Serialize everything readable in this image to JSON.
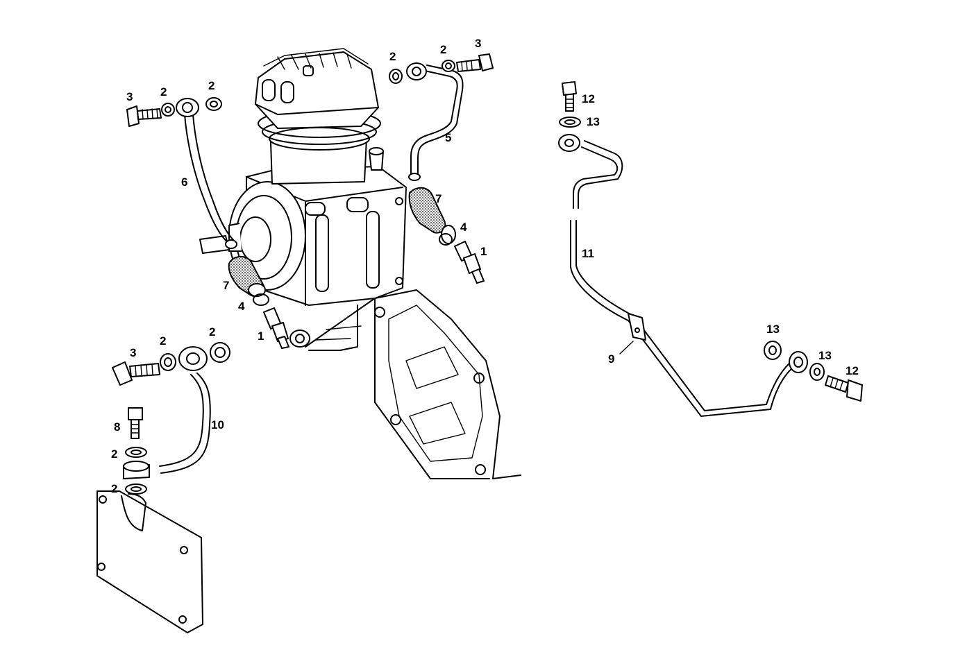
{
  "callouts": [
    {
      "id": "c-1a",
      "text": "1"
    },
    {
      "id": "c-1b",
      "text": "1"
    },
    {
      "id": "c-2a",
      "text": "2"
    },
    {
      "id": "c-2b",
      "text": "2"
    },
    {
      "id": "c-2c",
      "text": "2"
    },
    {
      "id": "c-2d",
      "text": "2"
    },
    {
      "id": "c-2e",
      "text": "2"
    },
    {
      "id": "c-2f",
      "text": "2"
    },
    {
      "id": "c-2g",
      "text": "2"
    },
    {
      "id": "c-2h",
      "text": "2"
    },
    {
      "id": "c-3a",
      "text": "3"
    },
    {
      "id": "c-3b",
      "text": "3"
    },
    {
      "id": "c-3c",
      "text": "3"
    },
    {
      "id": "c-4a",
      "text": "4"
    },
    {
      "id": "c-4b",
      "text": "4"
    },
    {
      "id": "c-5",
      "text": "5"
    },
    {
      "id": "c-6",
      "text": "6"
    },
    {
      "id": "c-7a",
      "text": "7"
    },
    {
      "id": "c-7b",
      "text": "7"
    },
    {
      "id": "c-8",
      "text": "8"
    },
    {
      "id": "c-9",
      "text": "9"
    },
    {
      "id": "c-10",
      "text": "10"
    },
    {
      "id": "c-11",
      "text": "11"
    },
    {
      "id": "c-12a",
      "text": "12"
    },
    {
      "id": "c-12b",
      "text": "12"
    },
    {
      "id": "c-13a",
      "text": "13"
    },
    {
      "id": "c-13b",
      "text": "13"
    },
    {
      "id": "c-13c",
      "text": "13"
    }
  ]
}
